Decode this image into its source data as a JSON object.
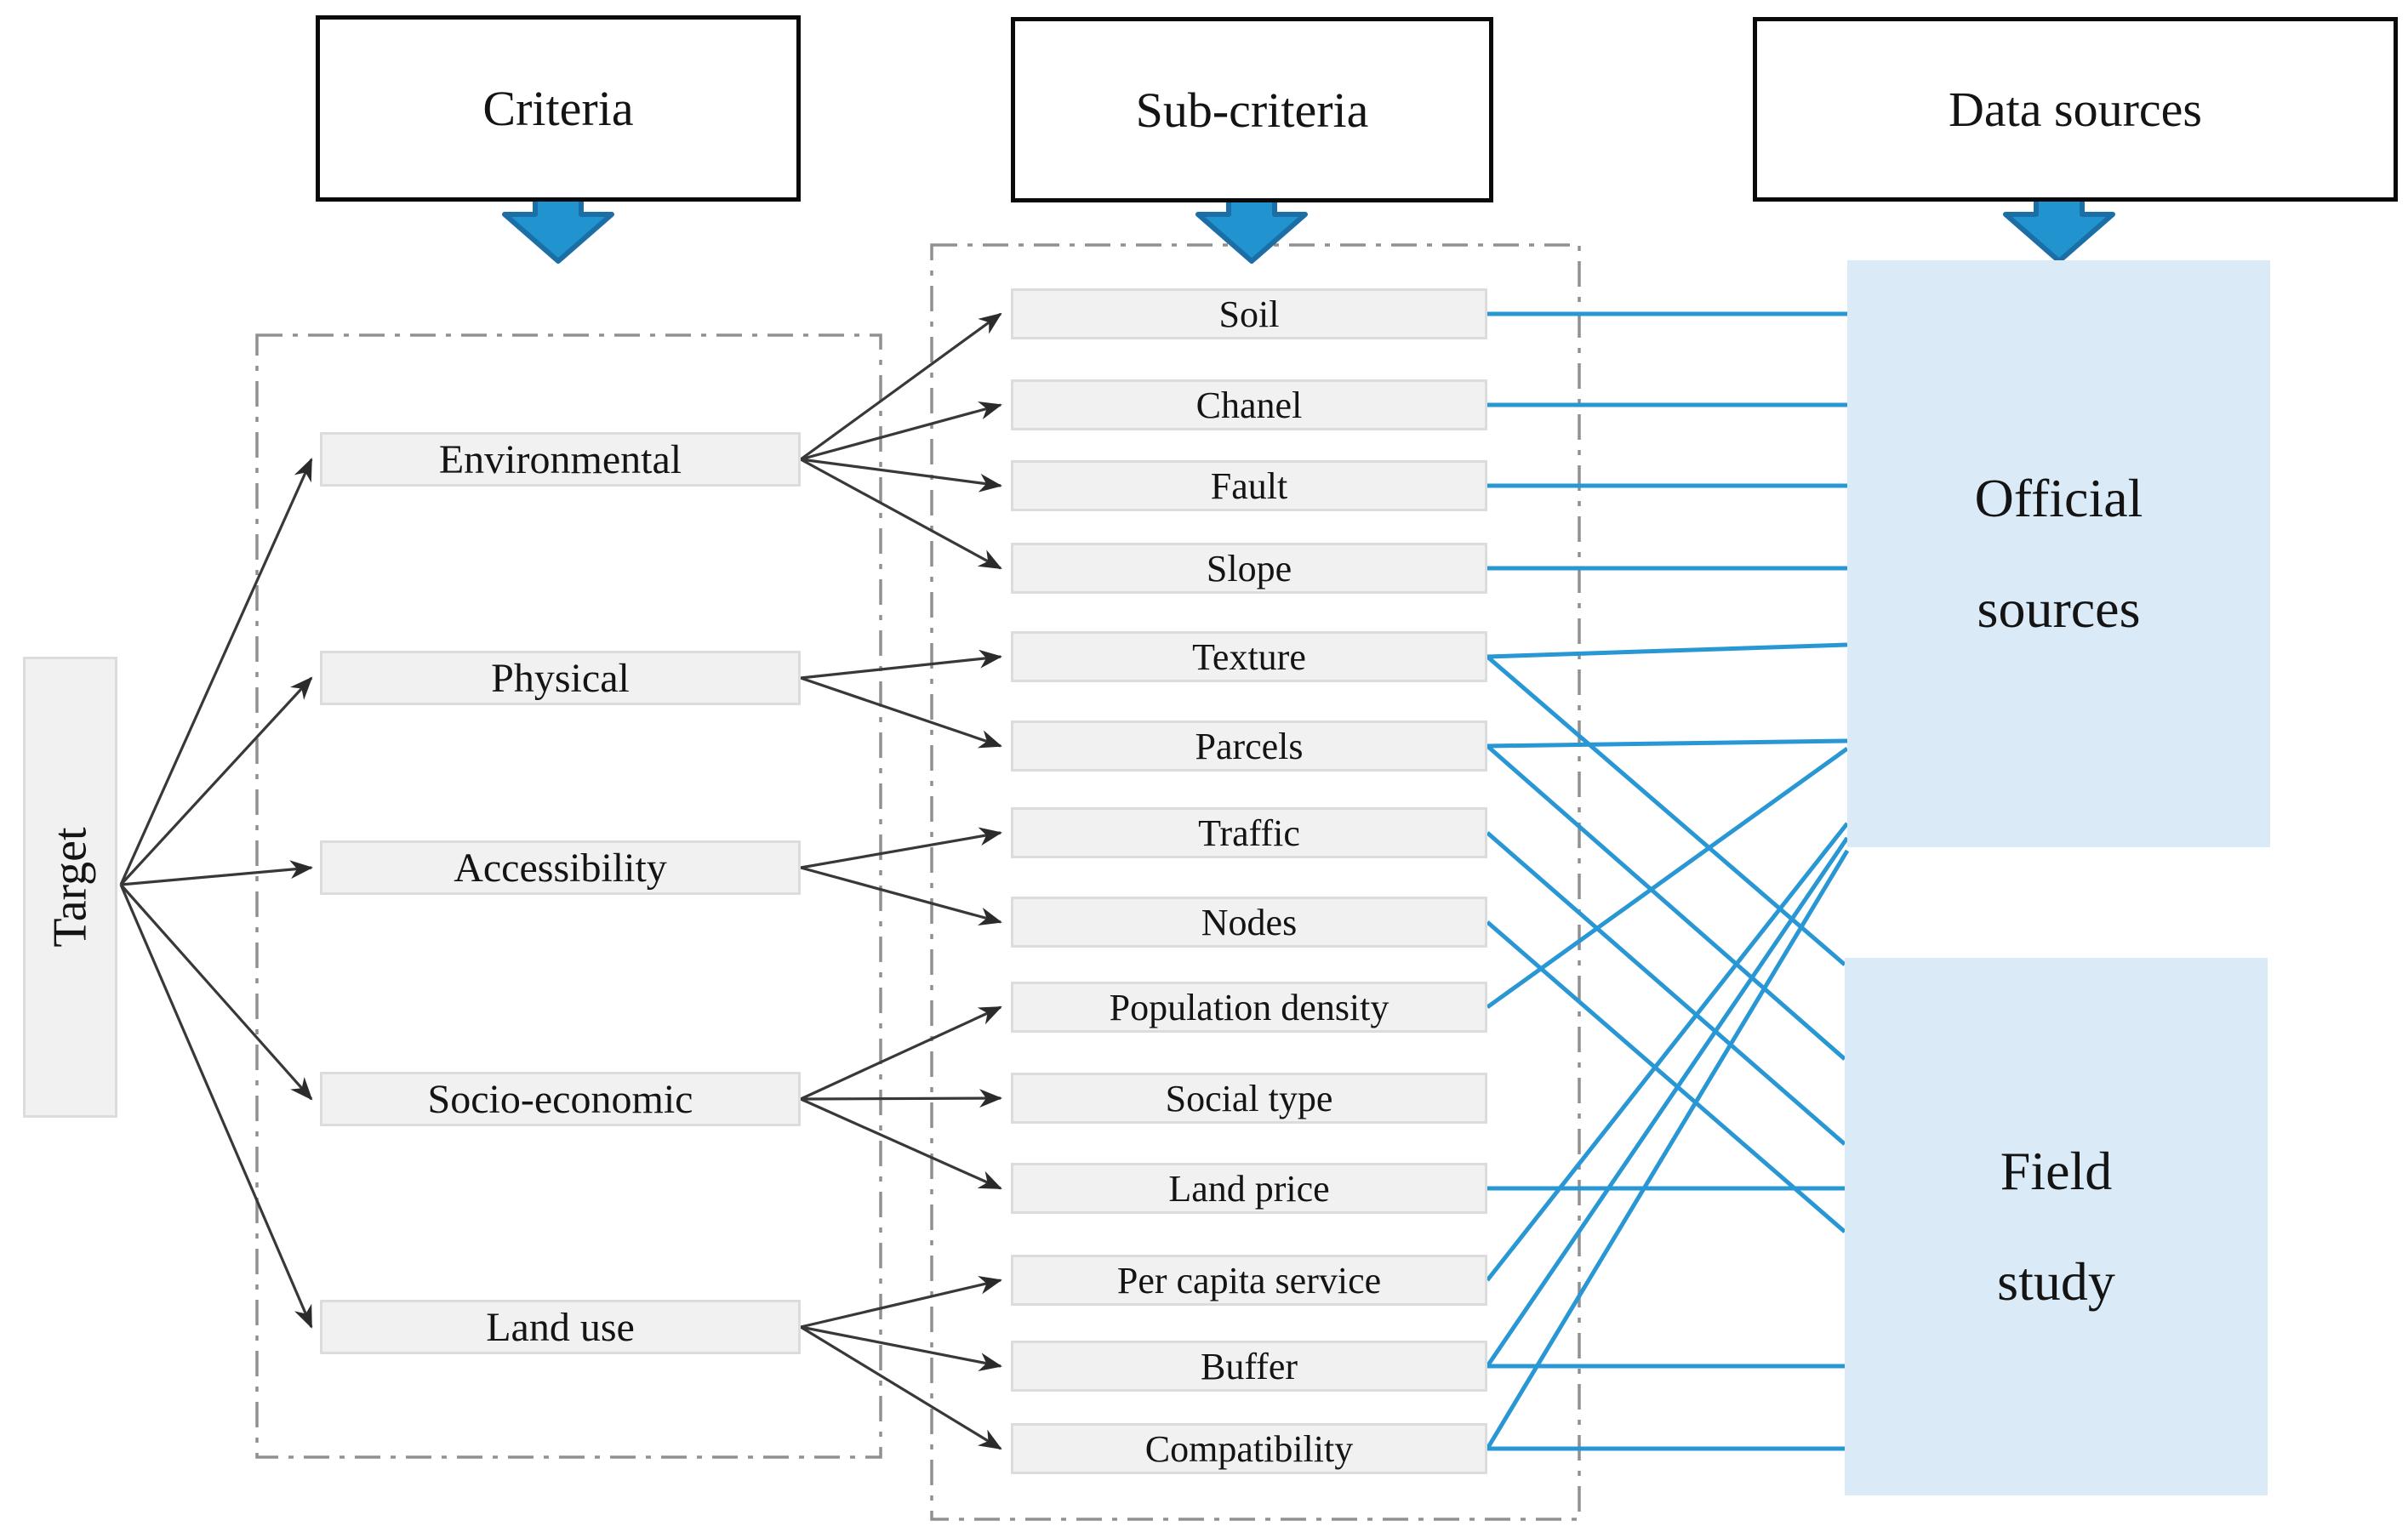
{
  "headers": {
    "criteria": "Criteria",
    "sub_criteria": "Sub-criteria",
    "data_sources": "Data sources"
  },
  "target": {
    "label": "Target"
  },
  "criteria": [
    {
      "id": "environmental",
      "label": "Environmental"
    },
    {
      "id": "physical",
      "label": "Physical"
    },
    {
      "id": "accessibility",
      "label": "Accessibility"
    },
    {
      "id": "socio_economic",
      "label": "Socio-economic"
    },
    {
      "id": "land_use",
      "label": "Land use"
    }
  ],
  "subcriteria": [
    {
      "id": "soil",
      "label": "Soil",
      "parent": "environmental"
    },
    {
      "id": "chanel",
      "label": "Chanel",
      "parent": "environmental"
    },
    {
      "id": "fault",
      "label": "Fault",
      "parent": "environmental"
    },
    {
      "id": "slope",
      "label": "Slope",
      "parent": "environmental"
    },
    {
      "id": "texture",
      "label": "Texture",
      "parent": "physical"
    },
    {
      "id": "parcels",
      "label": "Parcels",
      "parent": "physical"
    },
    {
      "id": "traffic",
      "label": "Traffic",
      "parent": "accessibility"
    },
    {
      "id": "nodes",
      "label": "Nodes",
      "parent": "accessibility"
    },
    {
      "id": "population_density",
      "label": "Population density",
      "parent": "socio_economic"
    },
    {
      "id": "social_type",
      "label": "Social type",
      "parent": "socio_economic"
    },
    {
      "id": "land_price",
      "label": "Land price",
      "parent": "socio_economic"
    },
    {
      "id": "per_capita_service",
      "label": "Per capita service",
      "parent": "land_use"
    },
    {
      "id": "buffer",
      "label": "Buffer",
      "parent": "land_use"
    },
    {
      "id": "compatibility",
      "label": "Compatibility",
      "parent": "land_use"
    }
  ],
  "sources": [
    {
      "id": "official",
      "lines": [
        "Official",
        "sources"
      ]
    },
    {
      "id": "field",
      "lines": [
        "Field",
        "study"
      ]
    }
  ],
  "connections": {
    "target_to_criteria": [
      "environmental",
      "physical",
      "accessibility",
      "socio_economic",
      "land_use"
    ],
    "subcriteria_to_sources": [
      {
        "from": "soil",
        "to": "official"
      },
      {
        "from": "chanel",
        "to": "official"
      },
      {
        "from": "fault",
        "to": "official"
      },
      {
        "from": "slope",
        "to": "official"
      },
      {
        "from": "texture",
        "to": "official"
      },
      {
        "from": "texture",
        "to": "field"
      },
      {
        "from": "parcels",
        "to": "official"
      },
      {
        "from": "parcels",
        "to": "field"
      },
      {
        "from": "traffic",
        "to": "field"
      },
      {
        "from": "nodes",
        "to": "field"
      },
      {
        "from": "population_density",
        "to": "official"
      },
      {
        "from": "land_price",
        "to": "field"
      },
      {
        "from": "per_capita_service",
        "to": "official"
      },
      {
        "from": "buffer",
        "to": "official"
      },
      {
        "from": "buffer",
        "to": "field"
      },
      {
        "from": "compatibility",
        "to": "official"
      },
      {
        "from": "compatibility",
        "to": "field"
      }
    ]
  },
  "icons": {
    "header_arrow": "down-arrow"
  },
  "colors": {
    "connector_blue": "#2997d3",
    "arrow_blue_fill": "#2193ce",
    "arrow_blue_edge": "#1b6fa6",
    "source_box_fill": "#daeaf6",
    "gray_box_fill": "#f1f1f1",
    "gray_box_border": "#dcdcdc",
    "dash_border_gray": "#909090",
    "black_line": "#383838",
    "header_border": "#0a0a0a"
  }
}
